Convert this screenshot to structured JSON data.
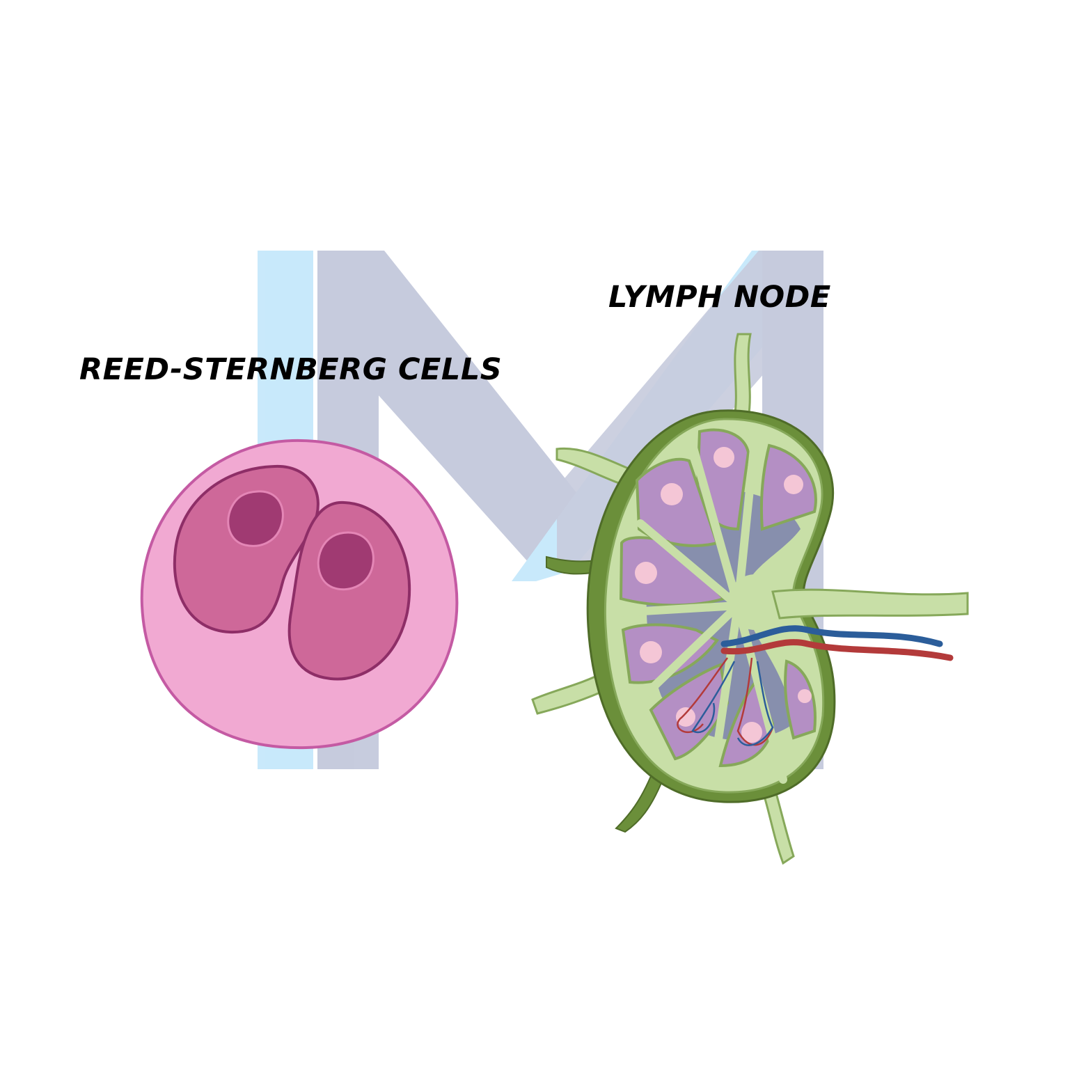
{
  "labels": {
    "reed_sternberg": "REED-STERNBERG CELLS",
    "lymph_node": "LYMPH NODE"
  },
  "colors": {
    "watermark_light_blue": "#c6e8fb",
    "watermark_gray": "#c4c9dc",
    "cell_cytoplasm": "#f1a9d2",
    "cell_outline": "#c45aa3",
    "nucleus": "#ce6899",
    "nucleus_outline": "#8e2e67",
    "nucleolus": "#a03a72",
    "node_capsule": "#6b8f3a",
    "node_tissue": "#c8dfa7",
    "follicle": "#b48fc4",
    "medulla": "#7b81ae",
    "artery": "#b33a3a",
    "vein": "#2b5d9a"
  },
  "icons": {
    "watermark": "m-logo-watermark",
    "cell": "reed-sternberg-cell-illustration",
    "node": "lymph-node-illustration"
  }
}
